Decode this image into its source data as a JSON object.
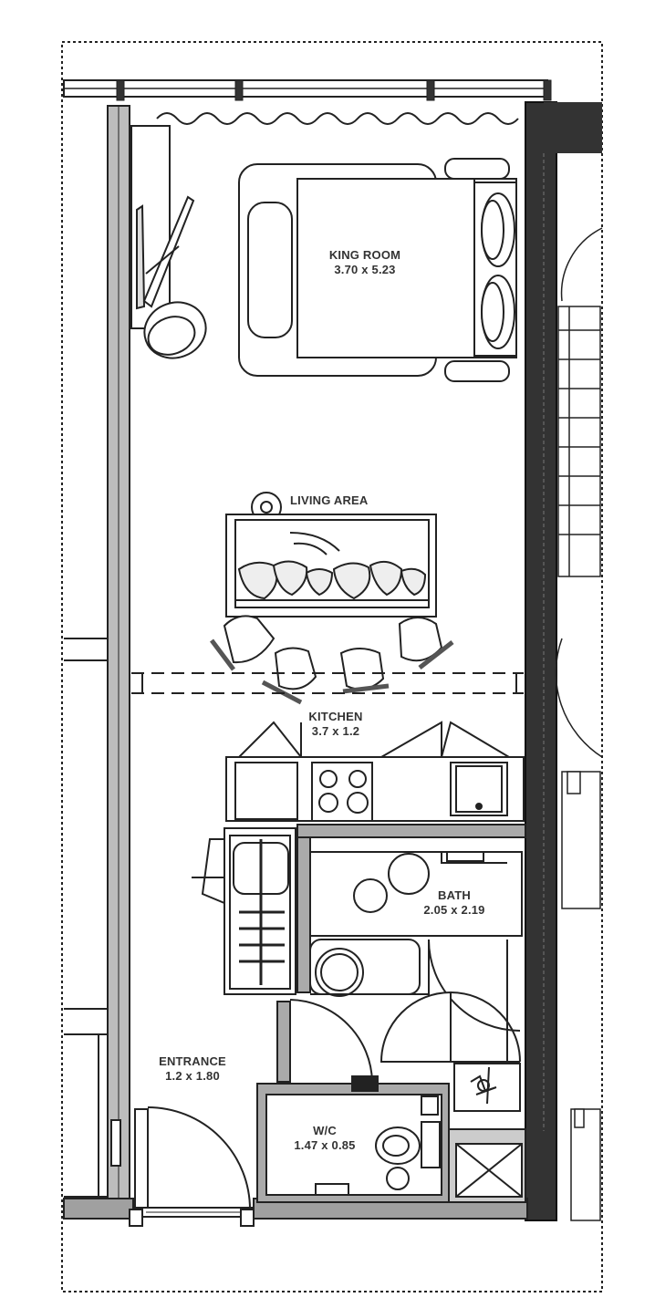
{
  "rooms": {
    "king_room": {
      "name": "KING ROOM",
      "size": "3.70 x 5.23"
    },
    "living_area": {
      "name": "LIVING AREA"
    },
    "kitchen": {
      "name": "KITCHEN",
      "size": "3.7 x 1.2"
    },
    "bath": {
      "name": "BATH",
      "size": "2.05 x 2.19"
    },
    "entrance": {
      "name": "ENTRANCE",
      "size": "1.2 x 1.80"
    },
    "wc": {
      "name": "W/C",
      "size": "1.47 x 0.85"
    }
  },
  "colors": {
    "wall": "#3a3a3a",
    "wall_light": "#9a9a9a",
    "line": "#222222"
  }
}
